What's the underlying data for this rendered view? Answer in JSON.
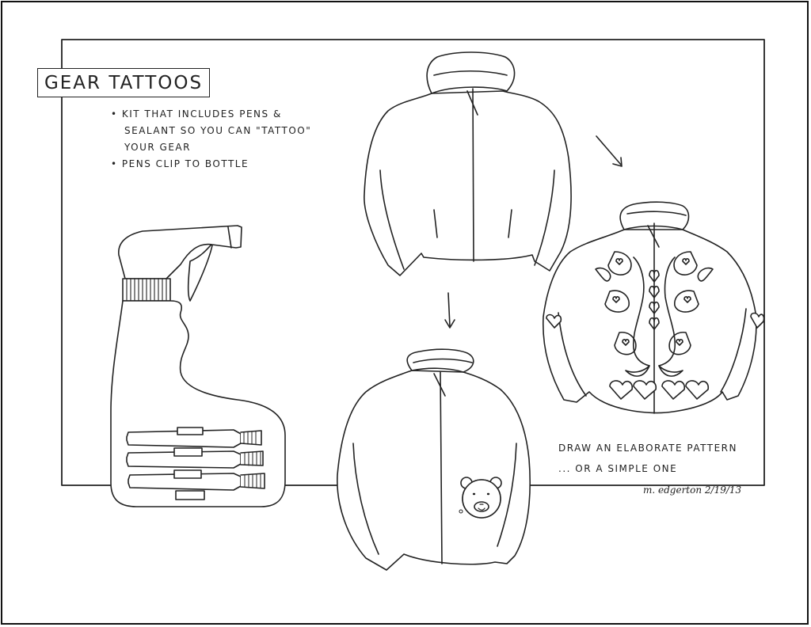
{
  "title": "GEAR TATTOOS",
  "notes": [
    "• KIT THAT INCLUDES PENS &",
    "SEALANT SO YOU CAN \"TATTOO\"",
    "YOUR GEAR",
    "• PENS CLIP TO BOTTLE"
  ],
  "caption": [
    "DRAW AN ELABORATE PATTERN",
    "... OR A SIMPLE ONE"
  ],
  "signature": "m. edgerton 2/19/13"
}
